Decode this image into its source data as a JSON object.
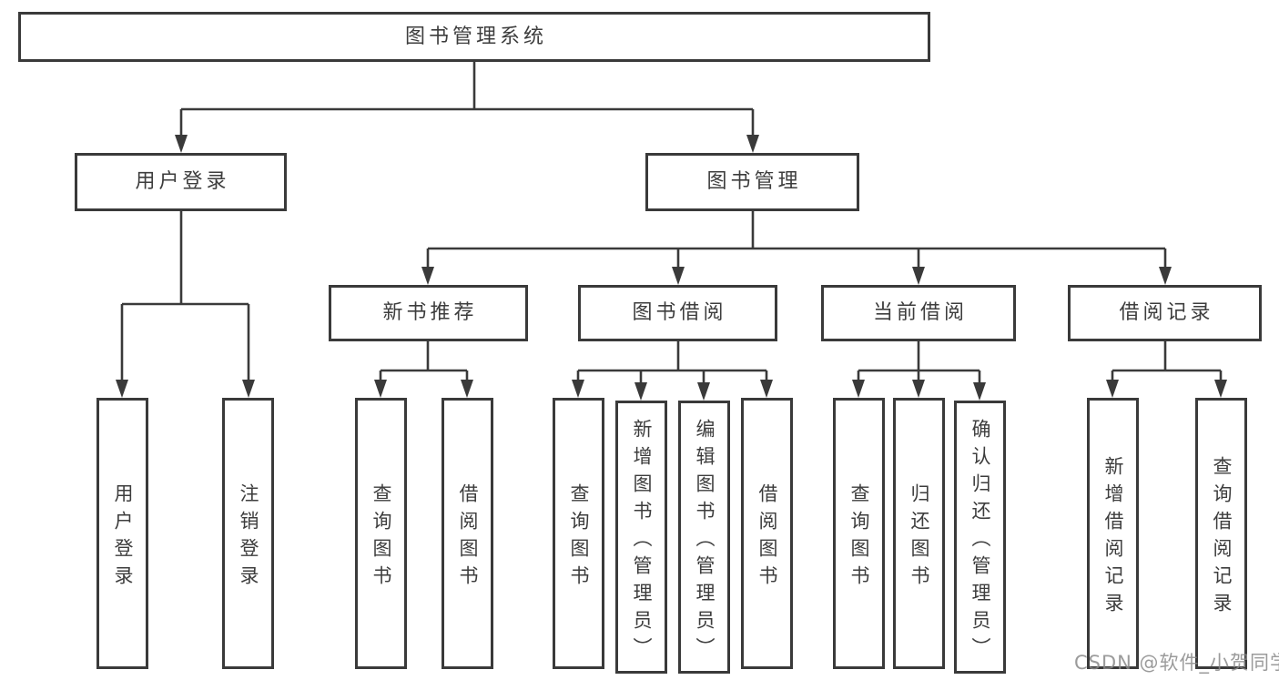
{
  "colors": {
    "background": "#ffffff",
    "line": "#3a3a3a",
    "text": "#3d3d3d",
    "watermark": "#8a8a8a"
  },
  "watermark": {
    "text": "CSDN @软件_小贺同学"
  },
  "tree": {
    "label": "图书管理系统",
    "children": [
      {
        "label": "用户登录",
        "children": [
          {
            "label": "用户登录"
          },
          {
            "label": "注销登录"
          }
        ]
      },
      {
        "label": "图书管理",
        "children": [
          {
            "label": "新书推荐",
            "children": [
              {
                "label": "查询图书"
              },
              {
                "label": "借阅图书"
              }
            ]
          },
          {
            "label": "图书借阅",
            "children": [
              {
                "label": "查询图书"
              },
              {
                "label": "新增图书（管理员）"
              },
              {
                "label": "编辑图书（管理员）"
              },
              {
                "label": "借阅图书"
              }
            ]
          },
          {
            "label": "当前借阅",
            "children": [
              {
                "label": "查询图书"
              },
              {
                "label": "归还图书"
              },
              {
                "label": "确认归还（管理员）"
              }
            ]
          },
          {
            "label": "借阅记录",
            "children": [
              {
                "label": "新增借阅记录"
              },
              {
                "label": "查询借阅记录"
              }
            ]
          }
        ]
      }
    ]
  }
}
